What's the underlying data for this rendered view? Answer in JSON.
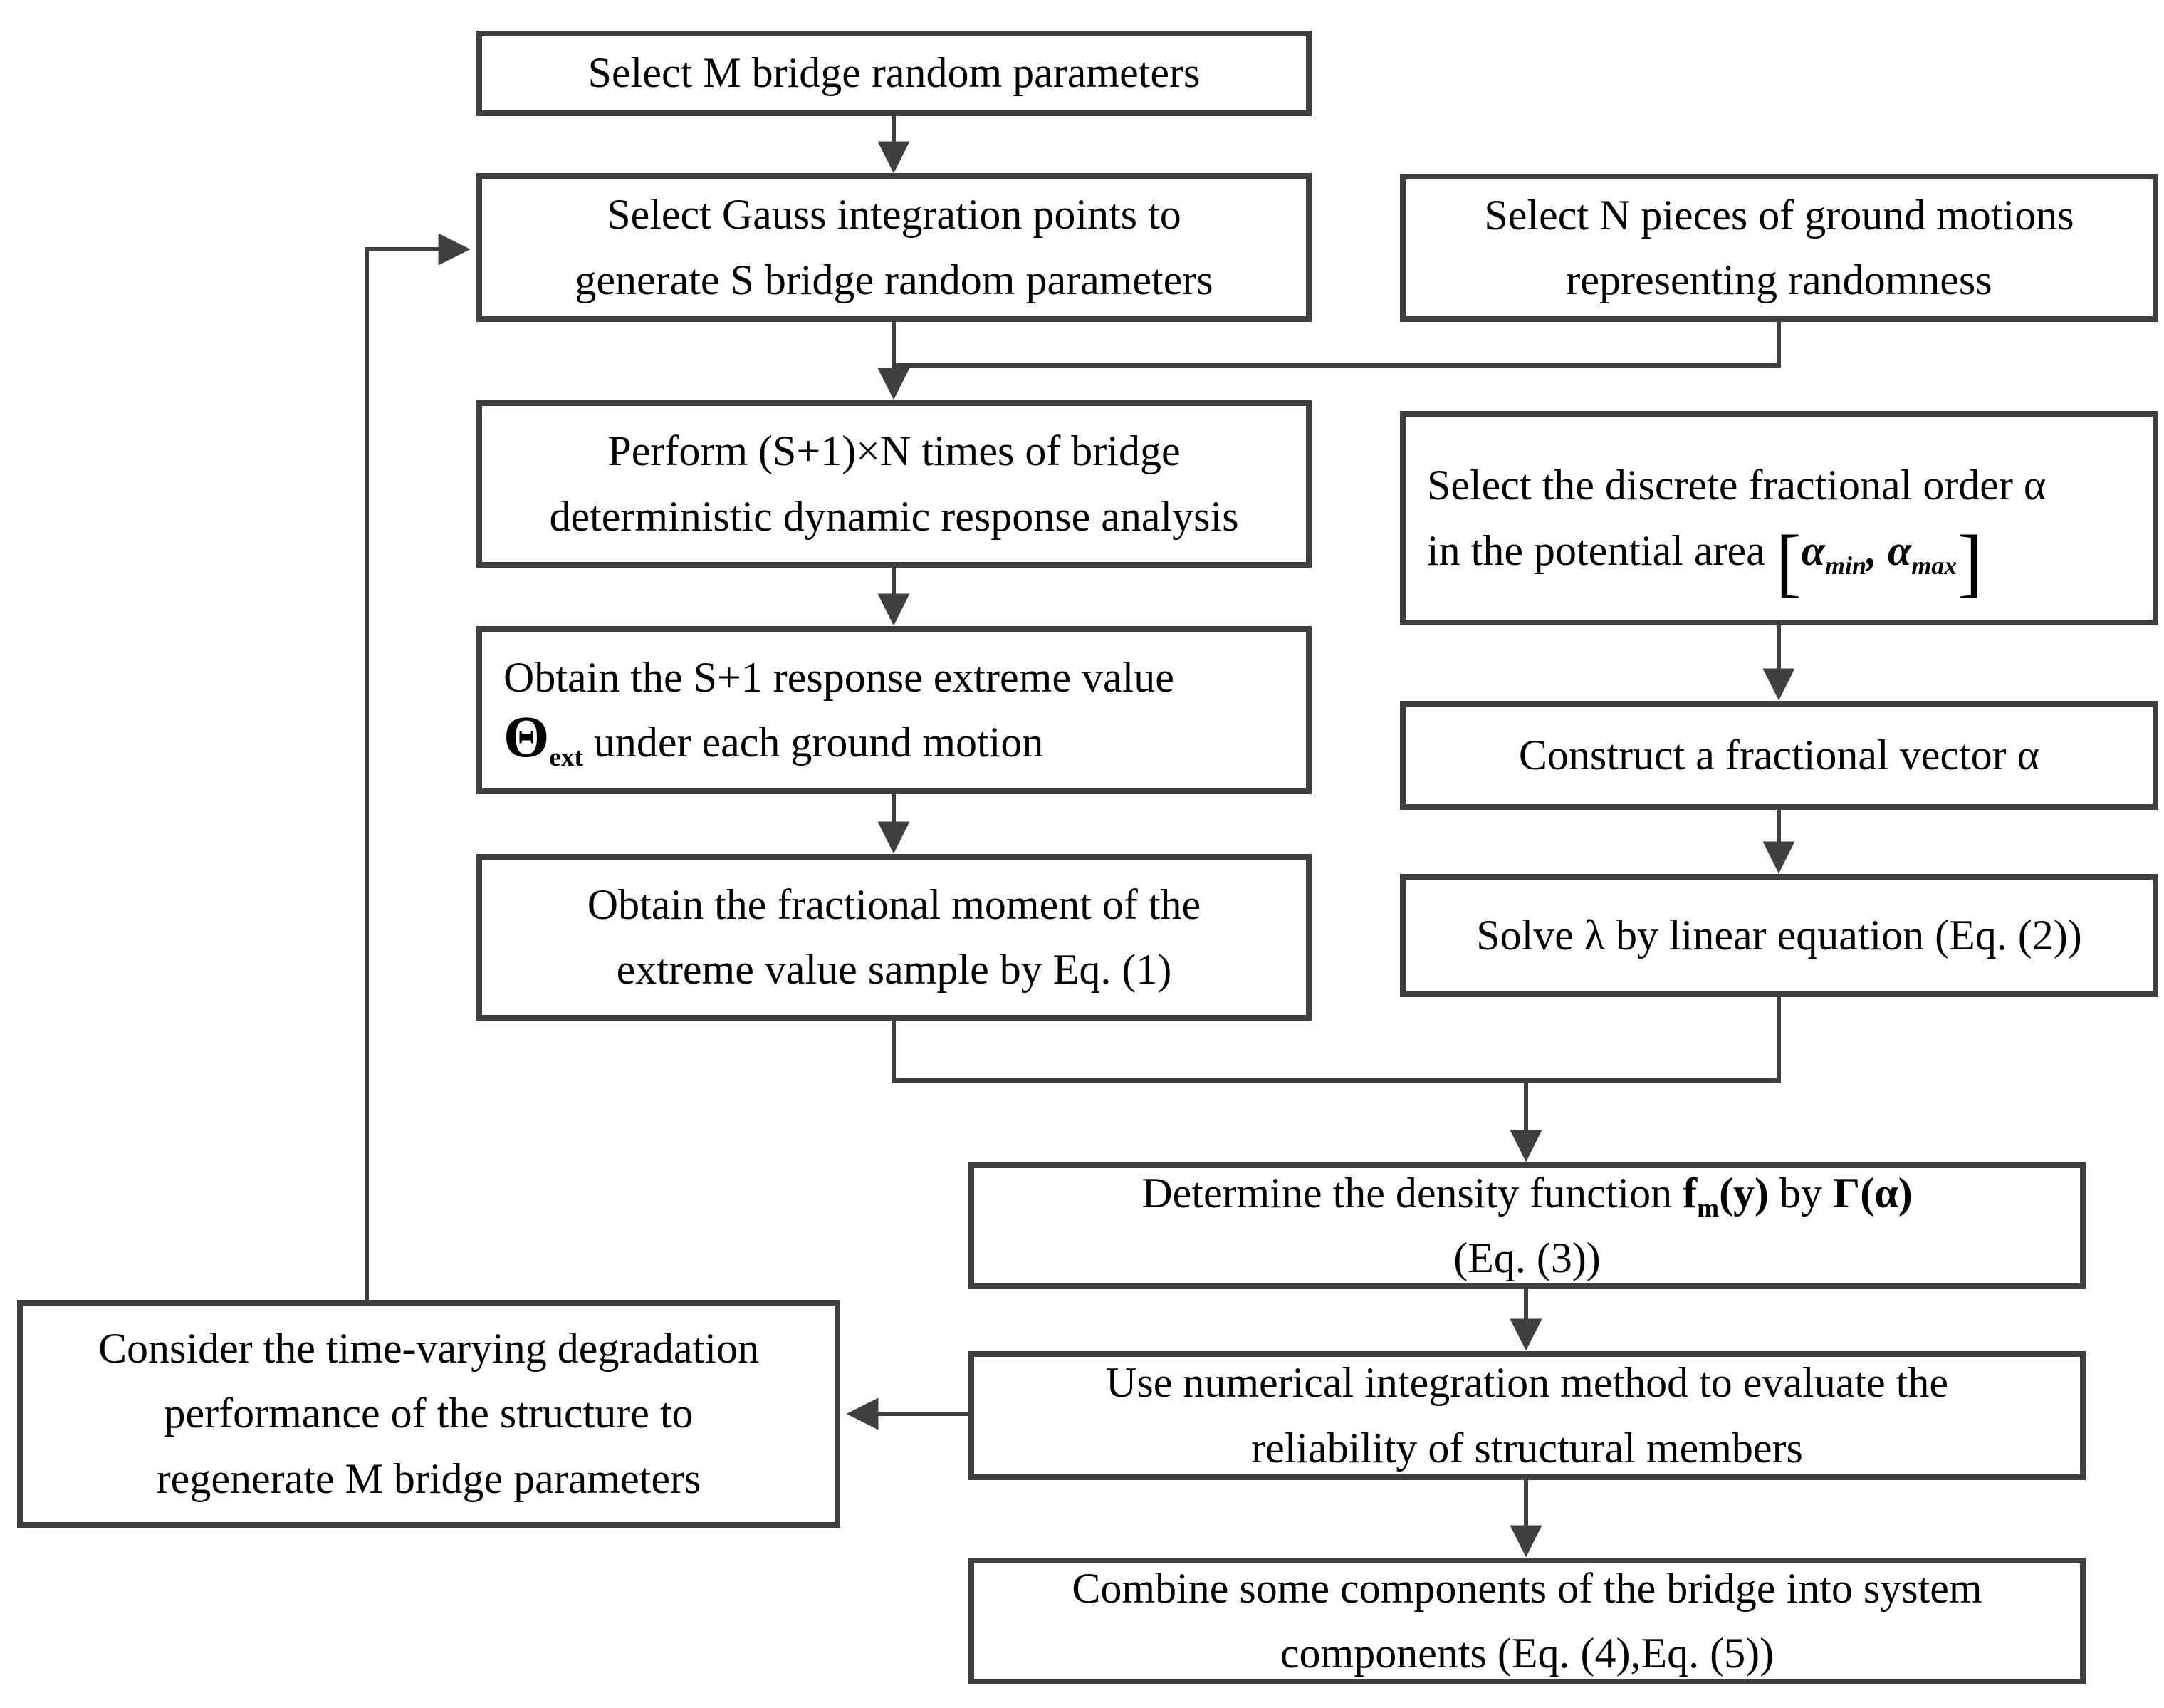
{
  "colors": {
    "line": "#3f3f3f",
    "text": "#000000",
    "background": "#ffffff"
  },
  "boxes": {
    "select_m_params": {
      "line1": "Select M bridge random parameters"
    },
    "select_gauss_points": {
      "line1": "Select Gauss integration points to",
      "line2": "generate S bridge random parameters"
    },
    "select_ground_motions": {
      "line1": "Select N pieces of ground motions",
      "line2": "representing randomness"
    },
    "perform_analysis": {
      "line1": "Perform (S+1)×N times of bridge",
      "line2": "deterministic dynamic response analysis"
    },
    "obtain_extreme_value": {
      "line1": "Obtain the S+1 response extreme value",
      "theta": "Θ",
      "theta_sub": "ext",
      "line2": " under each ground motion"
    },
    "obtain_fractional_moment": {
      "line1": "Obtain the fractional moment of the",
      "line2": "extreme value sample by Eq. (1)"
    },
    "select_fractional_order": {
      "line1": "Select the discrete fractional order α",
      "line2_prefix": "in the potential area ",
      "bracket_open": "[",
      "alpha_min_base": "α",
      "alpha_min_sub": "min",
      "separator": ", ",
      "alpha_max_base": "α",
      "alpha_max_sub": "max",
      "bracket_close": "]"
    },
    "construct_vector": {
      "line1": "Construct a fractional vector α"
    },
    "solve_lambda": {
      "line1": "Solve λ  by linear equation (Eq. (2))"
    },
    "determine_density": {
      "line1_prefix": "Determine the density function ",
      "f_base": "f",
      "f_sub": "m",
      "f_args": "(y)",
      "by": " by ",
      "gamma": "Γ(α)",
      "line2": "(Eq. (3))"
    },
    "numerical_integration": {
      "line1": "Use numerical integration method to evaluate the",
      "line2": "reliability of structural members"
    },
    "combine_components": {
      "line1": "Combine some components of the bridge into system",
      "line2": "components (Eq. (4),Eq. (5))"
    },
    "consider_degradation": {
      "line1": "Consider the time-varying degradation",
      "line2": "performance of the structure to",
      "line3": "regenerate M bridge parameters"
    }
  }
}
